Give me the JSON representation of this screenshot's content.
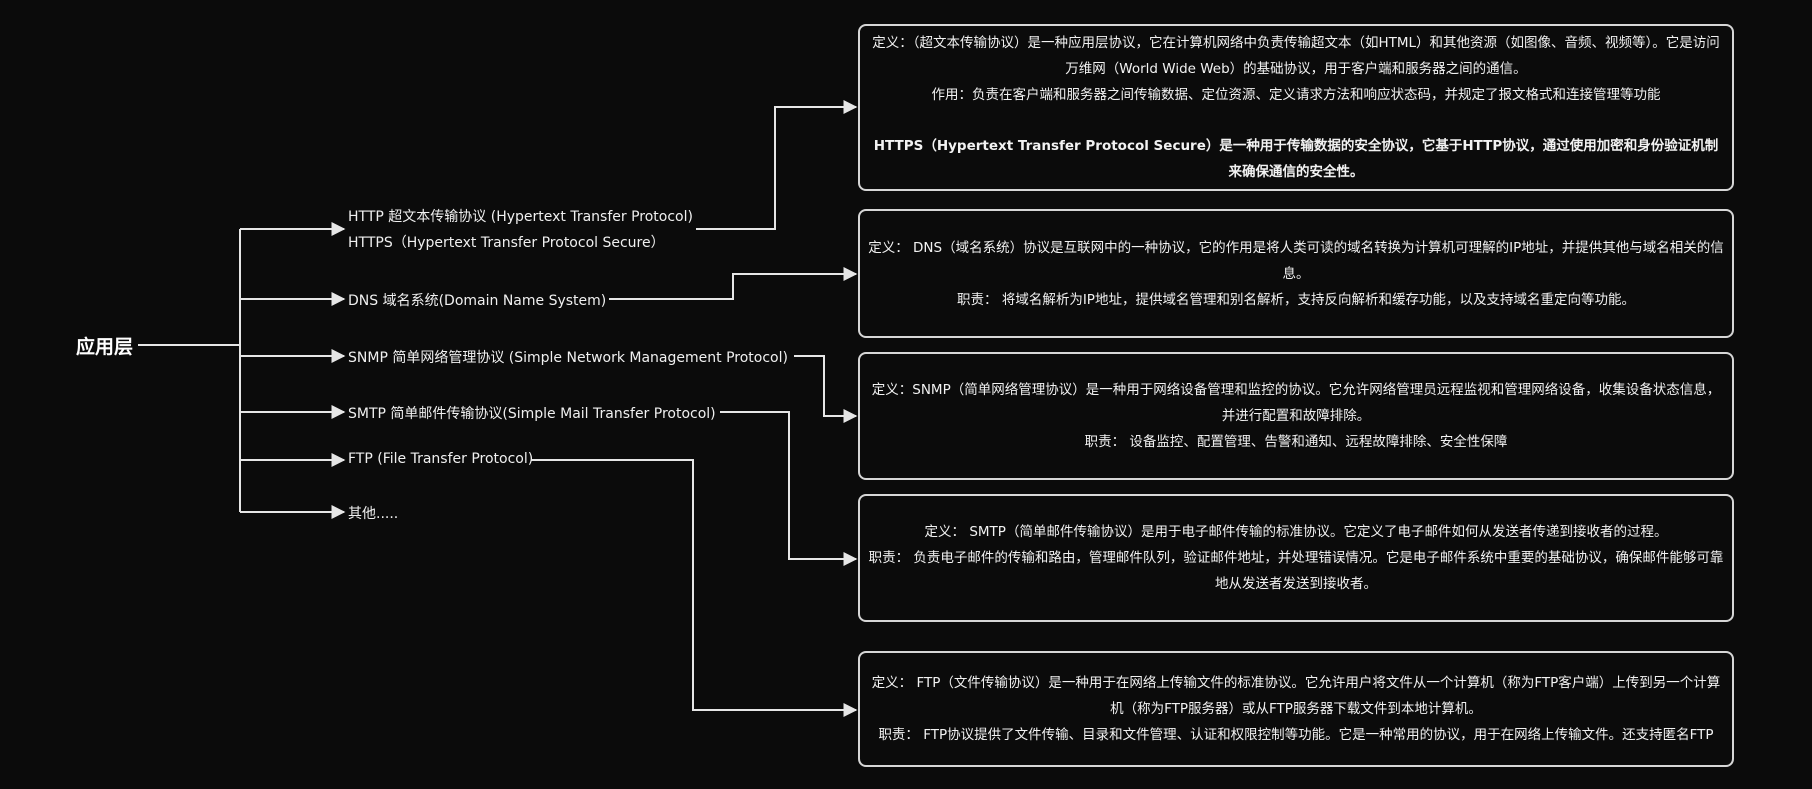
{
  "root": {
    "label": "应用层"
  },
  "branches": [
    {
      "label": "HTTP 超文本传输协议 (Hypertext Transfer Protocol)",
      "label2": "HTTPS（Hypertext Transfer Protocol Secure）"
    },
    {
      "label": "DNS 域名系统(Domain Name System)"
    },
    {
      "label": "SNMP 简单网络管理协议 (Simple Network Management Protocol)"
    },
    {
      "label": "SMTP 简单邮件传输协议(Simple Mail Transfer Protocol)"
    },
    {
      "label": "FTP (File Transfer Protocol)"
    },
    {
      "label": "其他....."
    }
  ],
  "cards": [
    {
      "definition": "定义：（超文本传输协议）是一种应用层协议，它在计算机网络中负责传输超文本（如HTML）和其他资源（如图像、音频、视频等）。它是访问万维网（World Wide Web）的基础协议，用于客户端和服务器之间的通信。",
      "duty": "作用：负责在客户端和服务器之间传输数据、定位资源、定义请求方法和响应状态码，并规定了报文格式和连接管理等功能",
      "extra": "HTTPS（Hypertext Transfer Protocol Secure）是一种用于传输数据的安全协议，它基于HTTP协议，通过使用加密和身份验证机制来确保通信的安全性。"
    },
    {
      "definition": "定义： DNS（域名系统）协议是互联网中的一种协议，它的作用是将人类可读的域名转换为计算机可理解的IP地址，并提供其他与域名相关的信息。",
      "duty": "职责： 将域名解析为IP地址，提供域名管理和别名解析，支持反向解析和缓存功能，以及支持域名重定向等功能。"
    },
    {
      "definition": "定义：SNMP（简单网络管理协议）是一种用于网络设备管理和监控的协议。它允许网络管理员远程监视和管理网络设备，收集设备状态信息，并进行配置和故障排除。",
      "duty": "职责： 设备监控、配置管理、告警和通知、远程故障排除、安全性保障"
    },
    {
      "definition": "定义： SMTP（简单邮件传输协议）是用于电子邮件传输的标准协议。它定义了电子邮件如何从发送者传递到接收者的过程。",
      "duty": "职责： 负责电子邮件的传输和路由，管理邮件队列，验证邮件地址，并处理错误情况。它是电子邮件系统中重要的基础协议，确保邮件能够可靠地从发送者发送到接收者。"
    },
    {
      "definition": "定义： FTP（文件传输协议）是一种用于在网络上传输文件的标准协议。它允许用户将文件从一个计算机（称为FTP客户端）上传到另一个计算机（称为FTP服务器）或从FTP服务器下载文件到本地计算机。",
      "duty": "职责： FTP协议提供了文件传输、目录和文件管理、认证和权限控制等功能。它是一种常用的协议，用于在网络上传输文件。还支持匿名FTP"
    }
  ]
}
